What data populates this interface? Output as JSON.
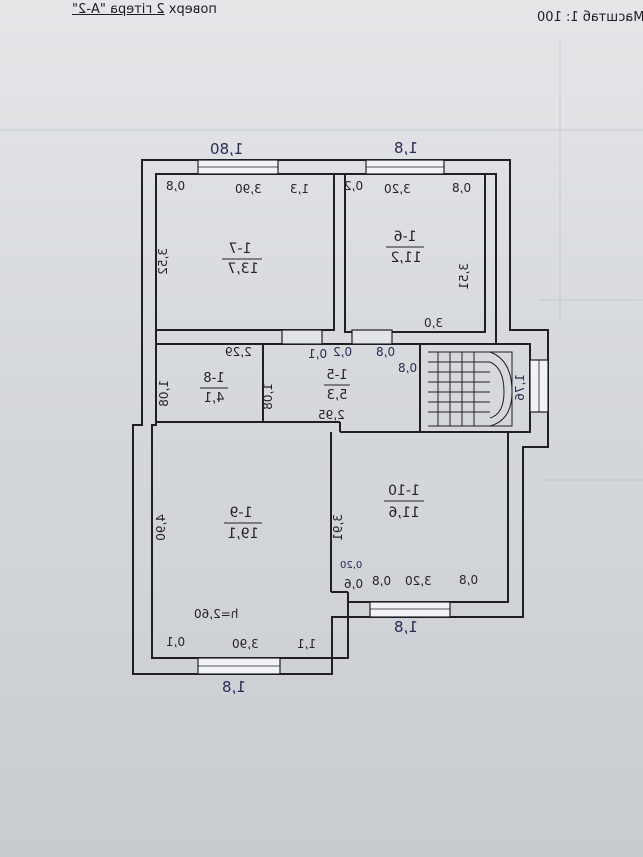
{
  "header": {
    "scale_label": "Масштаб 1: 100",
    "floor_label": "поверх",
    "floor_number": "2",
    "floor_suffix": "гітера",
    "letter": "\"А-2\""
  },
  "dimensions": {
    "top_left_window": "1,80",
    "top_right_window": "1,8",
    "bottom_right_window": "1,8",
    "bottom_left_window": "1,8"
  },
  "rooms": [
    {
      "id": "1-7",
      "area": "13,7"
    },
    {
      "id": "1-6",
      "area": "11,2"
    },
    {
      "id": "1-8",
      "area": "4,1"
    },
    {
      "id": "1-5",
      "area": "5,3"
    },
    {
      "id": "1-9",
      "area": "19,1"
    },
    {
      "id": "1-10",
      "area": "11,6"
    }
  ],
  "measures": {
    "r17_width": "3,90",
    "r17_height": "3,52",
    "r17_left": "0,8",
    "r17_right": "1,3",
    "r16_width": "3,20",
    "r16_height": "3,51",
    "r16_left": "0,2",
    "r16_right": "0,8",
    "r16_bottom": "3,0",
    "r18_width": "2,29",
    "r18_height": "1,08",
    "r15_height": "1,08",
    "r15_width": "2,95",
    "stair_a": "0,1",
    "stair_b": "0,2",
    "stair_c": "0,8",
    "stair_d": "0,8",
    "stair_e": "1,76",
    "r19_height": "4,90",
    "r19_width": "3,90",
    "r19_h": "h=2,60",
    "r19_left": "0,1",
    "r19_right": "1,1",
    "r110_height": "3,91",
    "r110_width": "3,20",
    "r110_left": "0,6",
    "r110_right": "0,8",
    "r110_note": "0,20"
  }
}
